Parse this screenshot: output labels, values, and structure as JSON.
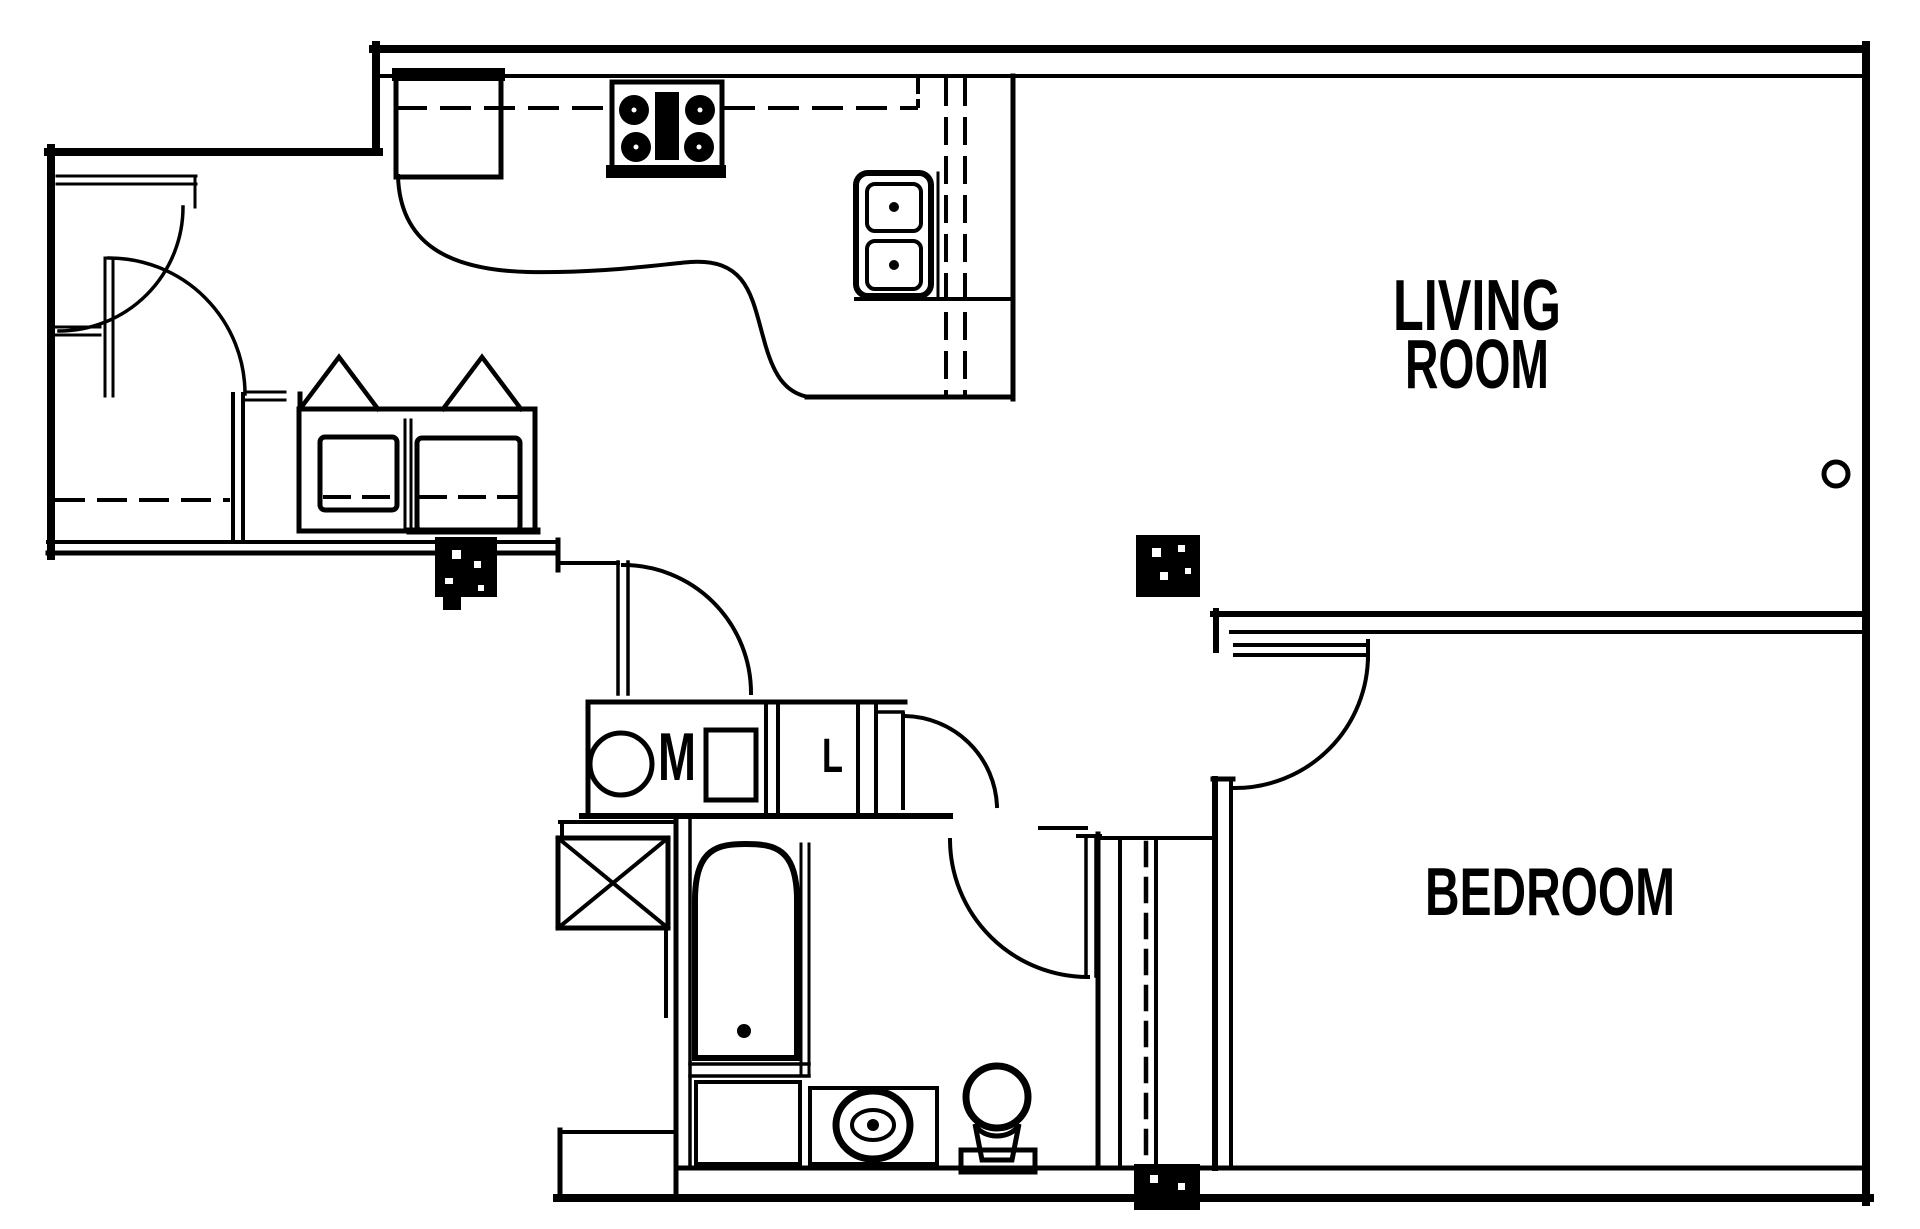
{
  "plan": {
    "background_color": "#ffffff",
    "line_color": "#000000",
    "labels": {
      "living_room_line1": "LIVING",
      "living_room_line2": "ROOM",
      "bedroom": "BEDROOM",
      "mechanical_closet": "M",
      "linen_closet": "L"
    },
    "icons": [
      "refrigerator-icon",
      "cooktop-4-burner-icon",
      "kitchen-double-sink-icon",
      "upper-cabinet-dashed-line",
      "wardrobe-closet-icon",
      "water-heater-icon",
      "dryer-box-icon",
      "bathtub-icon",
      "vanity-sink-icon",
      "toilet-icon",
      "shaft-x-box-icon",
      "structural-column-icon",
      "door-swing-arc-icon",
      "door-bumper-circle-icon"
    ]
  }
}
